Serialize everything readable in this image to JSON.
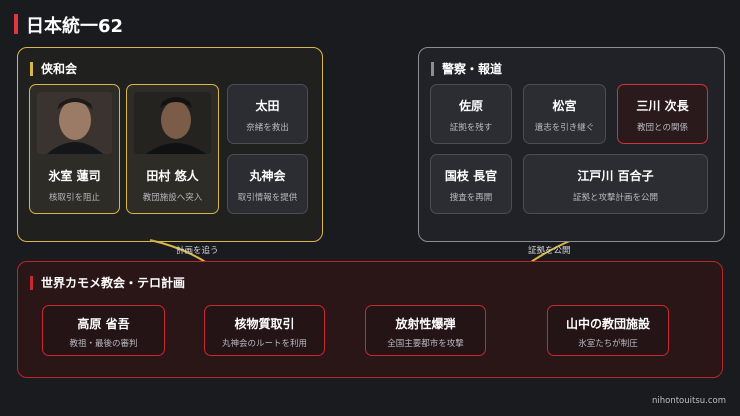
{
  "title": "日本統一62",
  "colors": {
    "accent": "#e0383e",
    "gold": "#d9b64a",
    "gray": "#8a8d94",
    "red": "#c62a30"
  },
  "groups": {
    "kyowa": {
      "label": "侠和会",
      "cards": [
        {
          "name": "氷室 蓮司",
          "desc": "核取引を阻止",
          "photo": "man-portrait-1"
        },
        {
          "name": "田村 悠人",
          "desc": "教団施設へ突入",
          "photo": "man-portrait-2"
        },
        {
          "name": "太田",
          "desc": "奈緒を救出"
        },
        {
          "name": "丸神会",
          "desc": "取引情報を提供"
        }
      ]
    },
    "police": {
      "label": "警察・報道",
      "cards": [
        {
          "name": "佐原",
          "desc": "証拠を残す"
        },
        {
          "name": "松宮",
          "desc": "遺志を引き継ぐ"
        },
        {
          "name": "三川 次長",
          "desc": "教団との関係"
        },
        {
          "name": "国枝 長官",
          "desc": "捜査を再開"
        },
        {
          "name": "江戸川 百合子",
          "desc": "証拠と攻撃計画を公開"
        }
      ]
    },
    "cult": {
      "label": "世界カモメ教会・テロ計画",
      "cards": [
        {
          "name": "高原 省吾",
          "desc": "教祖・最後の審判"
        },
        {
          "name": "核物質取引",
          "desc": "丸神会のルートを利用"
        },
        {
          "name": "放射性爆弾",
          "desc": "全国主要都市を攻撃"
        },
        {
          "name": "山中の教団施設",
          "desc": "氷室たちが制圧"
        }
      ]
    }
  },
  "edges": {
    "kyowa_to_cult": "計画を追う",
    "police_to_cult": "証拠を公開"
  },
  "credit": "nihontouitsu.com"
}
